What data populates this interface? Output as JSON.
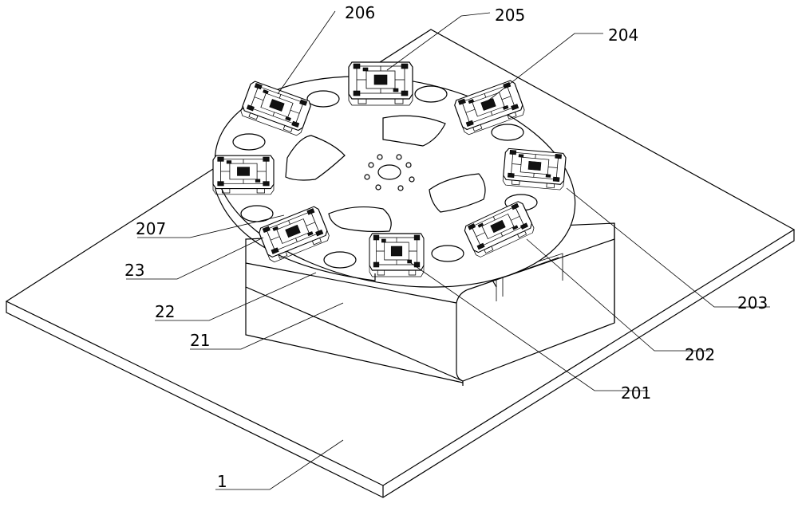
{
  "drawing": {
    "labels": {
      "base_plate": "1",
      "support_block": "21",
      "turntable": "22",
      "fixture_spacer": "23",
      "fixture_201": "201",
      "fixture_202": "202",
      "fixture_203": "203",
      "fixture_204": "204",
      "fixture_205": "205",
      "fixture_206": "206",
      "fixture_207": "207"
    }
  }
}
